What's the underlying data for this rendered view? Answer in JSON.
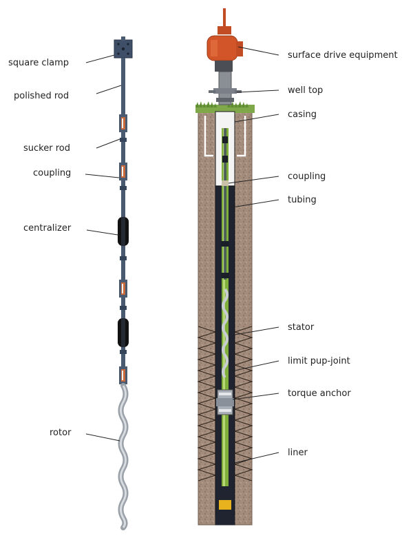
{
  "left_assembly": {
    "labels": {
      "square_clamp": "square clamp",
      "polished_rod": "polished rod",
      "sucker_rod": "sucker rod",
      "coupling": "coupling",
      "centralizer": "centralizer",
      "rotor": "rotor"
    }
  },
  "well_assembly": {
    "labels": {
      "surface_drive_equipment": "surface drive equipment",
      "well_top": "well top",
      "casing": "casing",
      "coupling": "coupling",
      "tubing": "tubing",
      "stator": "stator",
      "limit_pup_joint": "limit pup-joint",
      "torque_anchor": "torque anchor",
      "liner": "liner"
    }
  },
  "colors": {
    "rod": "#4a5a70",
    "coupling": "#c96a3a",
    "centralizer": "#111111",
    "rotor": "#9aa0a8",
    "soil": "#a89080",
    "tubing": "#7fae3a",
    "drive_head": "#d2552a",
    "grass": "#7ea84a"
  }
}
